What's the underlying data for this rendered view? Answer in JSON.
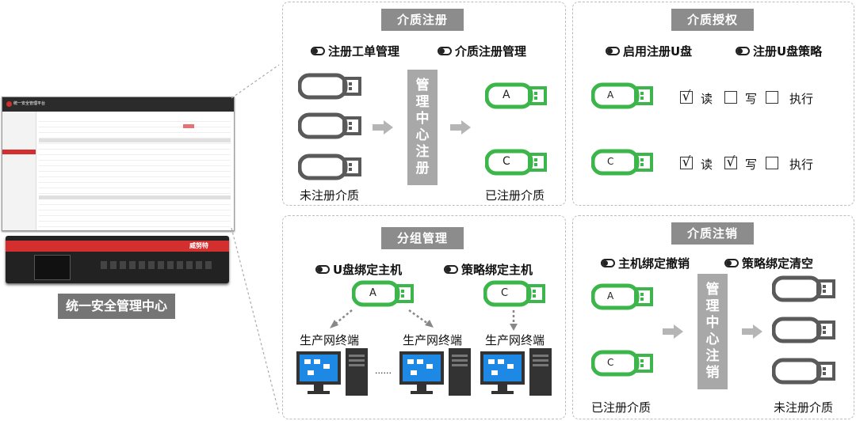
{
  "left": {
    "caption": "统一安全管理中心",
    "app_title": "统一安全管理平台",
    "device_brand": "威努特"
  },
  "panels": {
    "register": {
      "title": "介质注册",
      "opt1": "注册工单管理",
      "opt2": "介质注册管理",
      "center": [
        "管",
        "理",
        "中",
        "心",
        "注",
        "册"
      ],
      "left_caption": "未注册介质",
      "right_caption": "已注册介质",
      "usb_a": "A",
      "usb_c": "C"
    },
    "auth": {
      "title": "介质授权",
      "opt1": "启用注册U盘",
      "opt2": "注册U盘策略",
      "usb_a": "A",
      "usb_c": "C",
      "row1": {
        "read": "读",
        "write": "写",
        "exec": "执行",
        "read_checked": true,
        "write_checked": false,
        "exec_checked": false
      },
      "row2": {
        "read": "读",
        "write": "写",
        "exec": "执行",
        "read_checked": true,
        "write_checked": true,
        "exec_checked": false
      },
      "check_mark": "√"
    },
    "group": {
      "title": "分组管理",
      "opt1": "U盘绑定主机",
      "opt2": "策略绑定主机",
      "usb_a": "A",
      "usb_c": "C",
      "terminal": "生产网终端",
      "ellipsis": "......"
    },
    "cancel": {
      "title": "介质注销",
      "opt1": "主机绑定撤销",
      "opt2": "策略绑定清空",
      "center": [
        "管",
        "理",
        "中",
        "心",
        "注",
        "销"
      ],
      "left_caption": "已注册介质",
      "right_caption": "未注册介质",
      "usb_a": "A",
      "usb_c": "C"
    }
  },
  "colors": {
    "green": "#3cb54a",
    "gray_usb": "#5a5a5a",
    "title_gray": "#8c8c8c",
    "bar_gray": "#a8a8a8",
    "device_red": "#d32f2f"
  }
}
